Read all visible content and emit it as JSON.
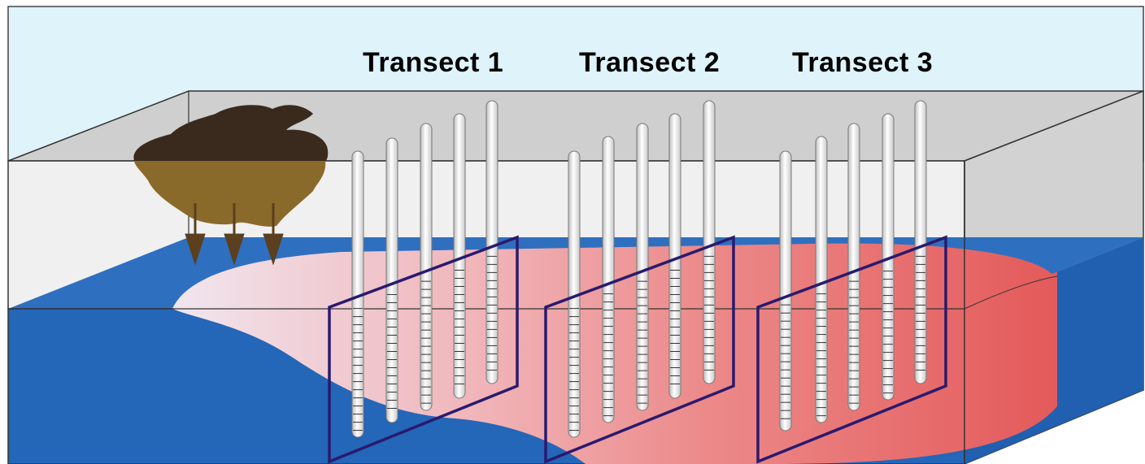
{
  "diagram": {
    "transects": [
      {
        "label": "Transect 1",
        "well_count": 5
      },
      {
        "label": "Transect 2",
        "well_count": 5
      },
      {
        "label": "Transect 3",
        "well_count": 5
      }
    ],
    "source": {
      "icon": "contaminant-source-icon",
      "arrow_count": 3
    }
  },
  "colors": {
    "sky": "#def3fa",
    "unsaturated_zone": "#f0f0f0",
    "box_top": "#cfcfcf",
    "groundwater": "#2f6fbf",
    "groundwater_deep": "#215fb0",
    "plume": "#e86a6a",
    "plume_light": "#ecdbe6",
    "source": "#8a6a2a",
    "source_dark": "#3a2a1e",
    "transect_frame": "#2a1a6e",
    "well": "#ffffff"
  }
}
